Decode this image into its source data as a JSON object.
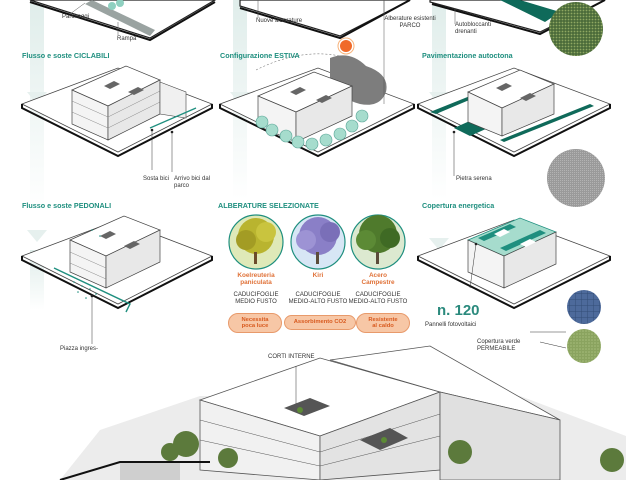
{
  "labels": {
    "parcheggi": "Parcheggi",
    "rampa": "Rampa",
    "nuove_alberature": "Nuove alberature",
    "alberature_esistenti": "Alberature esistenti",
    "parco": "PARCO",
    "autobloccanti": "Autobloccanti",
    "drenanti": "drenanti",
    "sosta_bici": "Sosta bici",
    "arrivo_bici_1": "Arrivo bici dal",
    "arrivo_bici_2": "parco",
    "pietra_serena": "Pietra serena",
    "piazza_ingresso": "Piazza ingres-",
    "pannelli": "Pannelli fotovoltaici",
    "copertura_verde_1": "Copertura verde",
    "copertura_verde_2": "PERMEABILE",
    "corti_interne": "CORTI INTERNE"
  },
  "headings": {
    "flusso_ciclabili": "Flusso e soste CICLABILI",
    "config_estiva": "Configurazione ESTIVA",
    "pavimentazione": "Pavimentazione autoctona",
    "flusso_pedonali": "Flusso e soste PEDONALI",
    "alberature_sel": "ALBERATURE SELEZIONATE",
    "copertura_energetica": "Copertura energetica"
  },
  "trees": [
    {
      "name_1": "Koelreuteria",
      "name_2": "paniculata",
      "desc_1": "CADUCIFOGLIE",
      "desc_2": "MEDIO FUSTO",
      "color": "#b8b52a"
    },
    {
      "name_1": "Kiri",
      "name_2": "",
      "desc_1": "CADUCIFOGLIE",
      "desc_2": "MEDIO-ALTO FUSTO",
      "color": "#8a7fc7"
    },
    {
      "name_1": "Acero",
      "name_2": "Campestre",
      "desc_1": "CADUCIFOGLIE",
      "desc_2": "MEDIO-ALTO FUSTO",
      "color": "#4f7a2c"
    }
  ],
  "pills": {
    "p1_1": "Necessita",
    "p1_2": "poca luce",
    "p2_1": "Assorbimento CO2",
    "p3_1": "Resistente",
    "p3_2": "al caldo"
  },
  "panel_count": "n. 120",
  "colors": {
    "accent": "#1f8f7f",
    "orange": "#e0733a",
    "dark_green": "#0f6a5a"
  }
}
